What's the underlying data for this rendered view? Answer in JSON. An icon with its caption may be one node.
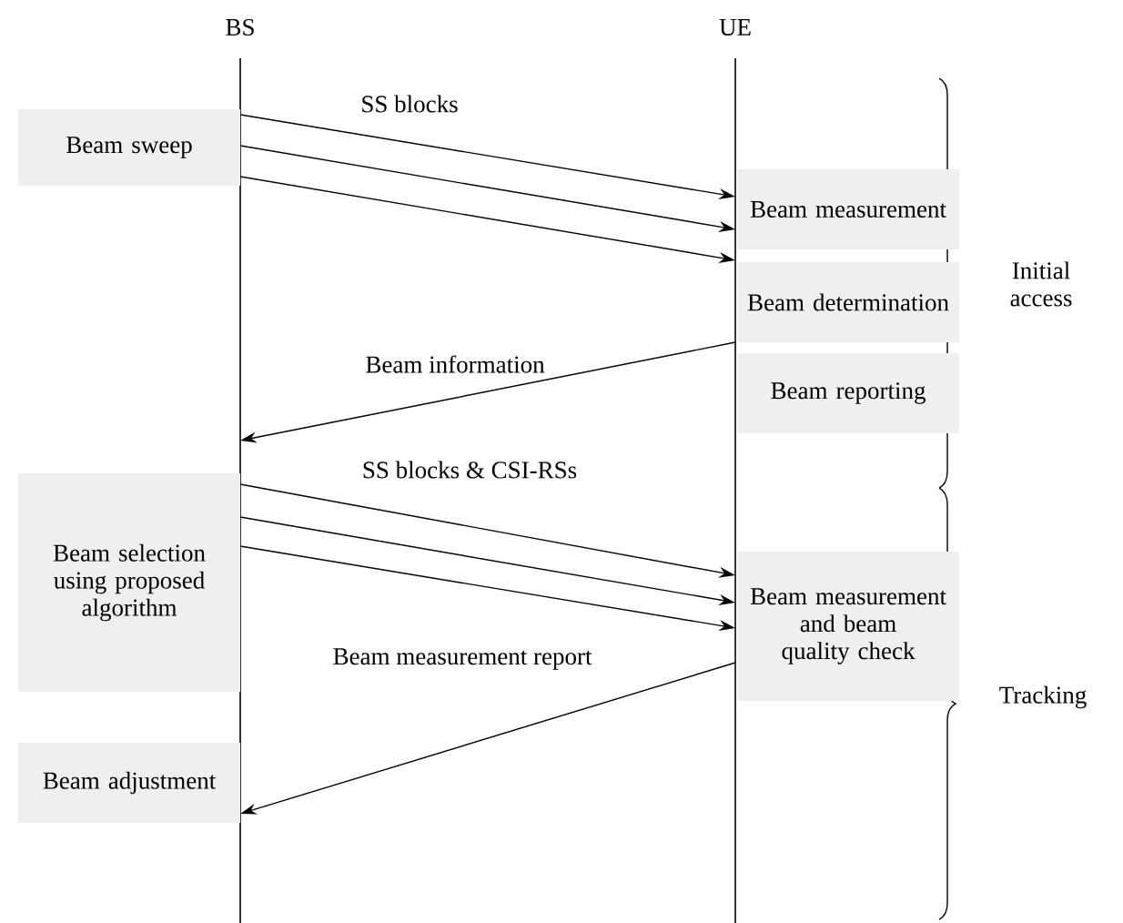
{
  "diagram": {
    "nodes": [
      {
        "text": [],
        "shape": "bar"
      },
      {
        "text": [],
        "shape": "bar"
      },
      {
        "text": [
          "Beam sweep"
        ]
      },
      {
        "text": [
          "Beam measurement"
        ]
      },
      {
        "text": [
          "Beam determination"
        ]
      },
      {
        "text": [
          "Beam reporting"
        ]
      },
      {
        "text": [
          "Beam selection using proposed algorithm"
        ]
      },
      {
        "text": [
          "Beam measurement and beam quality check"
        ]
      },
      {
        "text": [
          "Beam adjustment"
        ]
      }
    ],
    "edges": [
      {
        "from": 0,
        "to": 1,
        "arrow": "to",
        "label": "SS blocks"
      },
      {
        "from": 0,
        "to": 1,
        "arrow": "to"
      },
      {
        "from": 0,
        "to": 1,
        "arrow": "to"
      },
      {
        "from": 1,
        "to": 0,
        "arrow": "to",
        "label": "Beam information"
      },
      {
        "from": 0,
        "to": 1,
        "arrow": "to",
        "label": "SS blocks & CSI-RSs"
      },
      {
        "from": 0,
        "to": 1,
        "arrow": "to"
      },
      {
        "from": 0,
        "to": 1,
        "arrow": "to"
      },
      {
        "from": 1,
        "to": 0,
        "arrow": "to",
        "label": "Beam measurement report"
      }
    ],
    "labels": [
      "BS",
      "UE",
      "Initial access",
      "Tracking"
    ]
  }
}
